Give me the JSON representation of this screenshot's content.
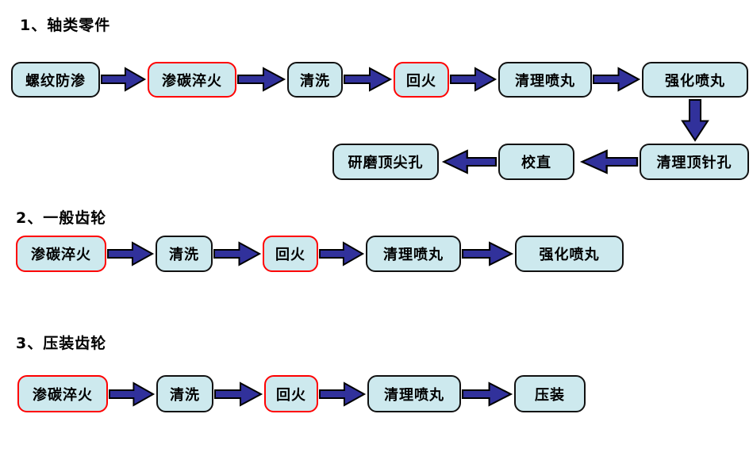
{
  "colors": {
    "background": "#ffffff",
    "box_fill": "#cde9ee",
    "box_border": "#111111",
    "box_border_highlight": "#ff0000",
    "arrow_fill": "#31319b",
    "arrow_outline": "#000000",
    "text": "#000000"
  },
  "sections": [
    {
      "heading": "1、轴类零件",
      "row1": [
        {
          "label": "螺纹防渗",
          "highlight": false
        },
        {
          "label": "渗碳淬火",
          "highlight": true
        },
        {
          "label": "清洗",
          "highlight": false
        },
        {
          "label": "回火",
          "highlight": true
        },
        {
          "label": "清理喷丸",
          "highlight": false
        },
        {
          "label": "强化喷丸",
          "highlight": false
        }
      ],
      "row2_right_to_left": [
        {
          "label": "清理顶针孔",
          "highlight": false
        },
        {
          "label": "校直",
          "highlight": false
        },
        {
          "label": "研磨顶尖孔",
          "highlight": false
        }
      ]
    },
    {
      "heading": "2、一般齿轮",
      "row1": [
        {
          "label": "渗碳淬火",
          "highlight": true
        },
        {
          "label": "清洗",
          "highlight": false
        },
        {
          "label": "回火",
          "highlight": true
        },
        {
          "label": "清理喷丸",
          "highlight": false
        },
        {
          "label": "强化喷丸",
          "highlight": false
        }
      ]
    },
    {
      "heading": "3、压装齿轮",
      "row1": [
        {
          "label": "渗碳淬火",
          "highlight": true
        },
        {
          "label": "清洗",
          "highlight": false
        },
        {
          "label": "回火",
          "highlight": true
        },
        {
          "label": "清理喷丸",
          "highlight": false
        },
        {
          "label": "压装",
          "highlight": false
        }
      ]
    }
  ]
}
